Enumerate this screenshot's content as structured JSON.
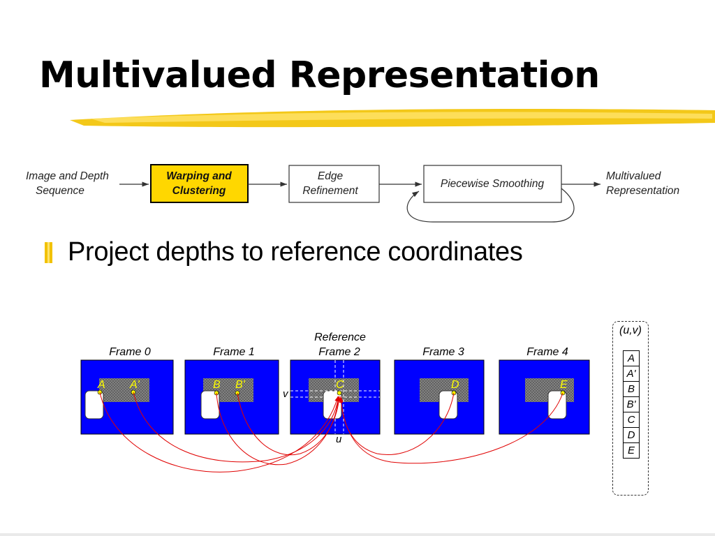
{
  "title": "Multivalued Representation",
  "colors": {
    "accent_yellow": "#f2c200",
    "frame_blue": "#0000ff",
    "highlight_box": "#ffd700",
    "arrow_red": "#e00000",
    "point_yellow": "#ffff00"
  },
  "pipeline": {
    "input_line1": "Image and Depth",
    "input_line2": "Sequence",
    "step1_line1": "Warping and",
    "step1_line2": "Clustering",
    "step2_line1": "Edge",
    "step2_line2": "Refinement",
    "step3": "Piecewise Smoothing",
    "output_line1": "Multivalued",
    "output_line2": "Representation"
  },
  "bullet": "Project depths to reference coordinates",
  "frames": {
    "reference_label": "Reference",
    "items": [
      {
        "label": "Frame 0",
        "points": [
          "A",
          "A'"
        ]
      },
      {
        "label": "Frame 1",
        "points": [
          "B",
          "B'"
        ]
      },
      {
        "label": "Frame 2",
        "points": [
          "C"
        ]
      },
      {
        "label": "Frame 3",
        "points": [
          "D"
        ]
      },
      {
        "label": "Frame 4",
        "points": [
          "E"
        ]
      }
    ],
    "axis_u": "u",
    "axis_v": "v"
  },
  "table": {
    "header": "(u,v)",
    "cells": [
      "A",
      "A'",
      "B",
      "B'",
      "C",
      "D",
      "E"
    ]
  }
}
